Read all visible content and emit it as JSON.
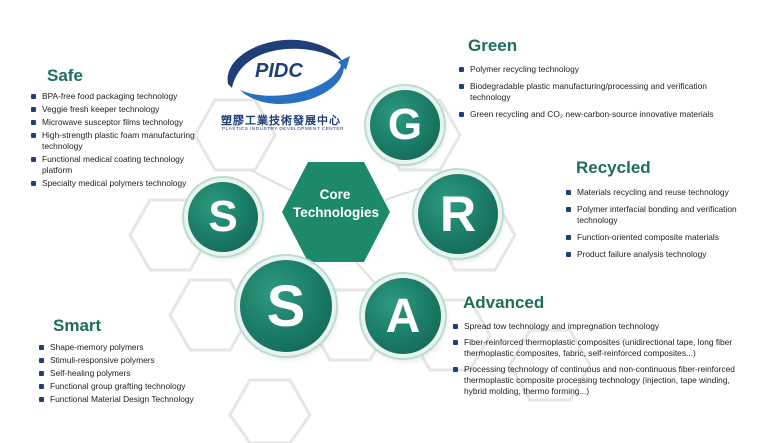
{
  "logo": {
    "name": "PIDC",
    "chinese_name": "塑膠工業技術發展中心",
    "english_name": "PLASTICS INDUSTRY DEVELOPMENT CENTER",
    "colors": {
      "navy": "#1f3f78",
      "blue": "#2a6fc0"
    }
  },
  "core": {
    "line1": "Core",
    "line2": "Technologies",
    "color": "#1c8a6a"
  },
  "circles": {
    "g": "G",
    "r": "R",
    "s_left": "S",
    "s_bottom": "S",
    "a": "A",
    "color": "#1c7f6a"
  },
  "sections": {
    "safe": {
      "title": "Safe",
      "items": [
        "BPA-free food packaging technology",
        "Veggie fresh keeper technology",
        "Microwave susceptor films technology",
        "High-strength plastic foam manufacturing technology",
        "Functional medical coating technology platform",
        "Specialty medical polymers technology"
      ]
    },
    "green": {
      "title": "Green",
      "items": [
        "Polymer recycling technology",
        "Biodegradable plastic manufacturing/processing and verification technology",
        "Green recycling and CO₂ new-carbon-source innovative materials"
      ]
    },
    "recycled": {
      "title": "Recycled",
      "items": [
        "Materials recycling and reuse technology",
        "Polymer interfacial bonding and verification technology",
        "Function-oriented composite materials",
        "Product failure analysis technology"
      ]
    },
    "advanced": {
      "title": "Advanced",
      "items": [
        "Spread tow technology and impregnation technology",
        "Fiber-reinforced thermoplastic composites (unidirectional tape, long fiber thermoplastic composites, fabric, self-reinforced composites...)",
        "Processing technology of continuous and non-continuous fiber-reinforced thermoplastic composite processing technology (injection, tape winding, hybrid molding, thermo forming...)"
      ]
    },
    "smart": {
      "title": "Smart",
      "items": [
        "Shape-memory polymers",
        "Stimuli-responsive polymers",
        "Self-healing polymers",
        "Functional group grafting technology",
        "Functional Material Design Technology"
      ]
    }
  }
}
